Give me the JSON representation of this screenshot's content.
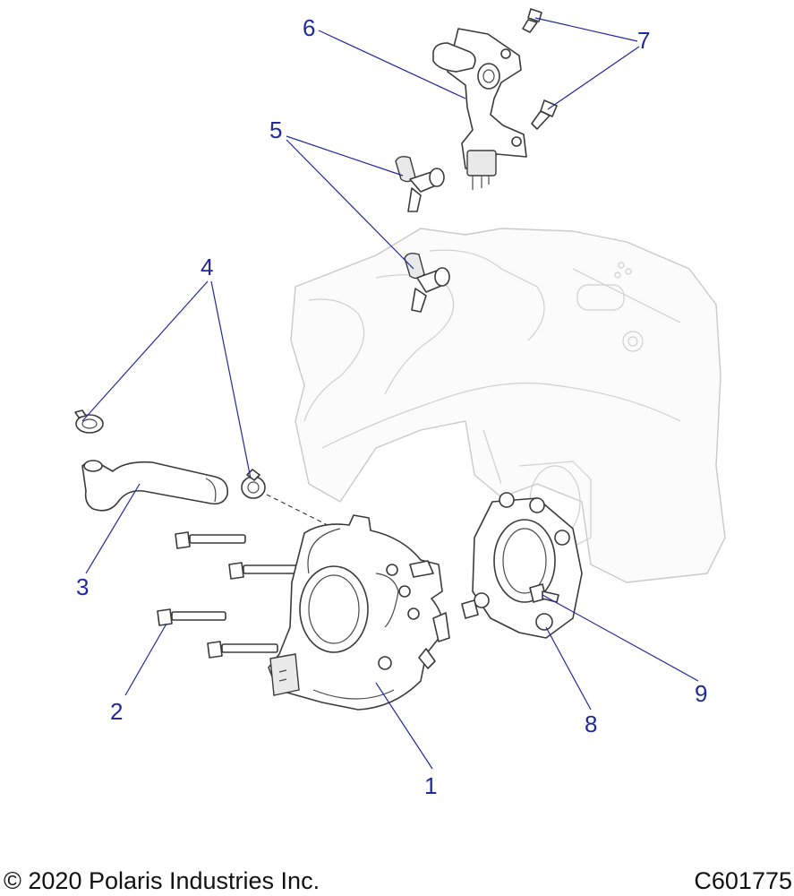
{
  "callouts": [
    "1",
    "2",
    "3",
    "4",
    "5",
    "6",
    "7",
    "8",
    "9"
  ],
  "footer": {
    "copyright": "© 2020 Polaris Industries Inc.",
    "drawing_code": "C601775"
  },
  "colors": {
    "callout": "#1f2a9c",
    "part_outline": "#3a3a3a",
    "ghost_outline": "#c9c9c9"
  }
}
